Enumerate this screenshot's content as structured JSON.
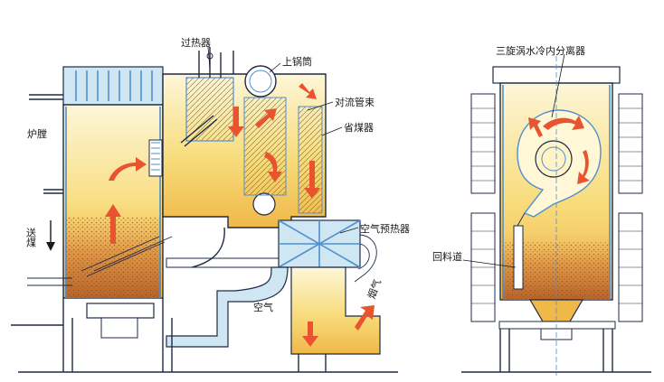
{
  "labels": {
    "superheater": "过热器",
    "upper_drum": "上锅筒",
    "convection_bank": "对流管束",
    "economizer": "省煤器",
    "furnace": "炉膛",
    "coal_feed": "送煤",
    "air_preheater": "空气预热器",
    "flue_gas": "烟气",
    "air": "空气",
    "cyclone_separator": "三旋涡水冷内分离器",
    "return_leg": "回料道"
  },
  "colors": {
    "outline": "#1f2a44",
    "flue_gas_fill_light": "#fdf3c8",
    "flue_gas_fill_dark": "#f0c040",
    "bed_material": "#c97a3a",
    "water_wall": "#4f8fd0",
    "air_duct": "#cfe6f3",
    "flow_arrow": "#e8542f"
  },
  "icons": [
    "flow-arrow-icon",
    "feed-arrow-icon"
  ]
}
